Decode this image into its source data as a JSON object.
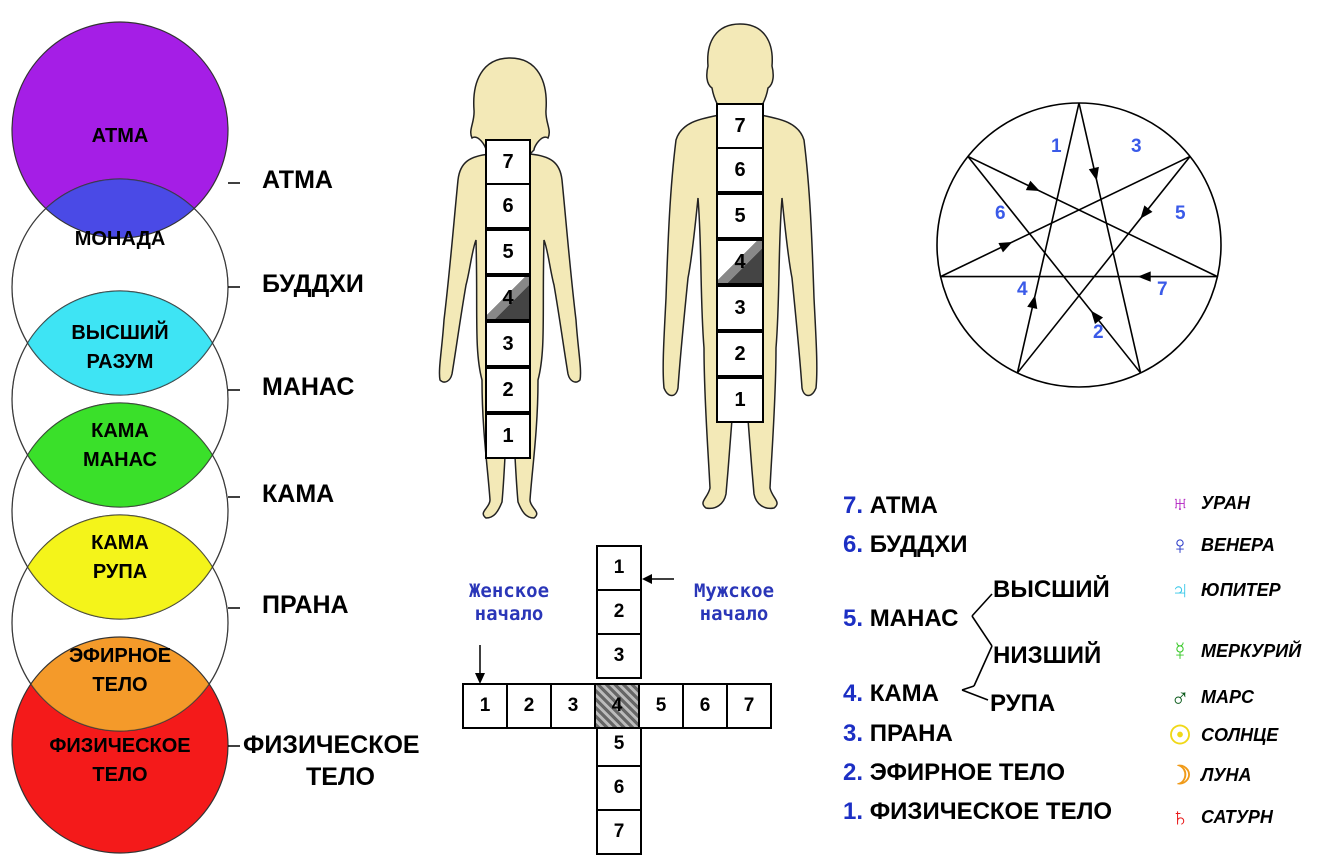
{
  "circles": [
    {
      "label_lines": [
        "АТМА"
      ],
      "color": "#a51ee6"
    },
    {
      "label_lines": [
        "МОНАДА"
      ],
      "color": "#4a4ae6"
    },
    {
      "label_lines": [
        "ВЫСШИЙ",
        "РАЗУМ"
      ],
      "color": "#3ee4f4"
    },
    {
      "label_lines": [
        "КАМА",
        "МАНАС"
      ],
      "color": "#3ae02a"
    },
    {
      "label_lines": [
        "КАМА",
        "РУПА"
      ],
      "color": "#f4f41a"
    },
    {
      "label_lines": [
        "ЭФИРНОЕ",
        "ТЕЛО"
      ],
      "color": "#f49a2a"
    },
    {
      "label_lines": [
        "ФИЗИЧЕСКОЕ",
        "ТЕЛО"
      ],
      "color": "#f41a1a"
    }
  ],
  "plane_labels": [
    "АТМА",
    "БУДДХИ",
    "МАНАС",
    "КАМА",
    "ПРАНА",
    "ФИЗИЧЕСКОЕ",
    "ТЕЛО"
  ],
  "female_column": [
    "7",
    "6",
    "5",
    "4",
    "3",
    "2",
    "1"
  ],
  "male_column": [
    "7",
    "6",
    "5",
    "4",
    "3",
    "2",
    "1"
  ],
  "star_numbers": [
    "1",
    "2",
    "3",
    "4",
    "5",
    "6",
    "7"
  ],
  "cross": {
    "vertical": [
      "1",
      "2",
      "3",
      "4",
      "5",
      "6",
      "7"
    ],
    "horizontal": [
      "1",
      "2",
      "3",
      "4",
      "5",
      "6",
      "7"
    ],
    "female_label": [
      "Женское",
      "начало"
    ],
    "male_label": [
      "Мужское",
      "начало"
    ]
  },
  "legend": {
    "atma_num": "7.",
    "atma": "АТМА",
    "buddhi_num": "6.",
    "buddhi": "БУДДХИ",
    "manas_num": "5.",
    "manas": "МАНАС",
    "higher": "ВЫСШИЙ",
    "lower": "НИЗШИЙ",
    "kama_num": "4.",
    "kama": "КАМА",
    "rupa": "РУПА",
    "prana_num": "3.",
    "prana": "ПРАНА",
    "etheric_num": "2.",
    "etheric": "ЭФИРНОЕ ТЕЛО",
    "physical_num": "1.",
    "physical": "ФИЗИЧЕСКОЕ ТЕЛО"
  },
  "planets": [
    {
      "name": "УРАН",
      "symbol": "♅",
      "color": "#b020c0"
    },
    {
      "name": "ВЕНЕРА",
      "symbol": "♀",
      "color": "#2a3ac8"
    },
    {
      "name": "ЮПИТЕР",
      "symbol": "♃",
      "color": "#3ac8e8"
    },
    {
      "name": "МЕРКУРИЙ",
      "symbol": "☿",
      "color": "#38c828"
    },
    {
      "name": "МАРС",
      "symbol": "♂",
      "color": "#0a5a1a"
    },
    {
      "name": "СОЛНЦЕ",
      "symbol": "☉",
      "color": "#f0d818"
    },
    {
      "name": "ЛУНА",
      "symbol": "☽",
      "color": "#f09a18"
    },
    {
      "name": "САТУРН",
      "symbol": "♄",
      "color": "#e81818"
    }
  ]
}
